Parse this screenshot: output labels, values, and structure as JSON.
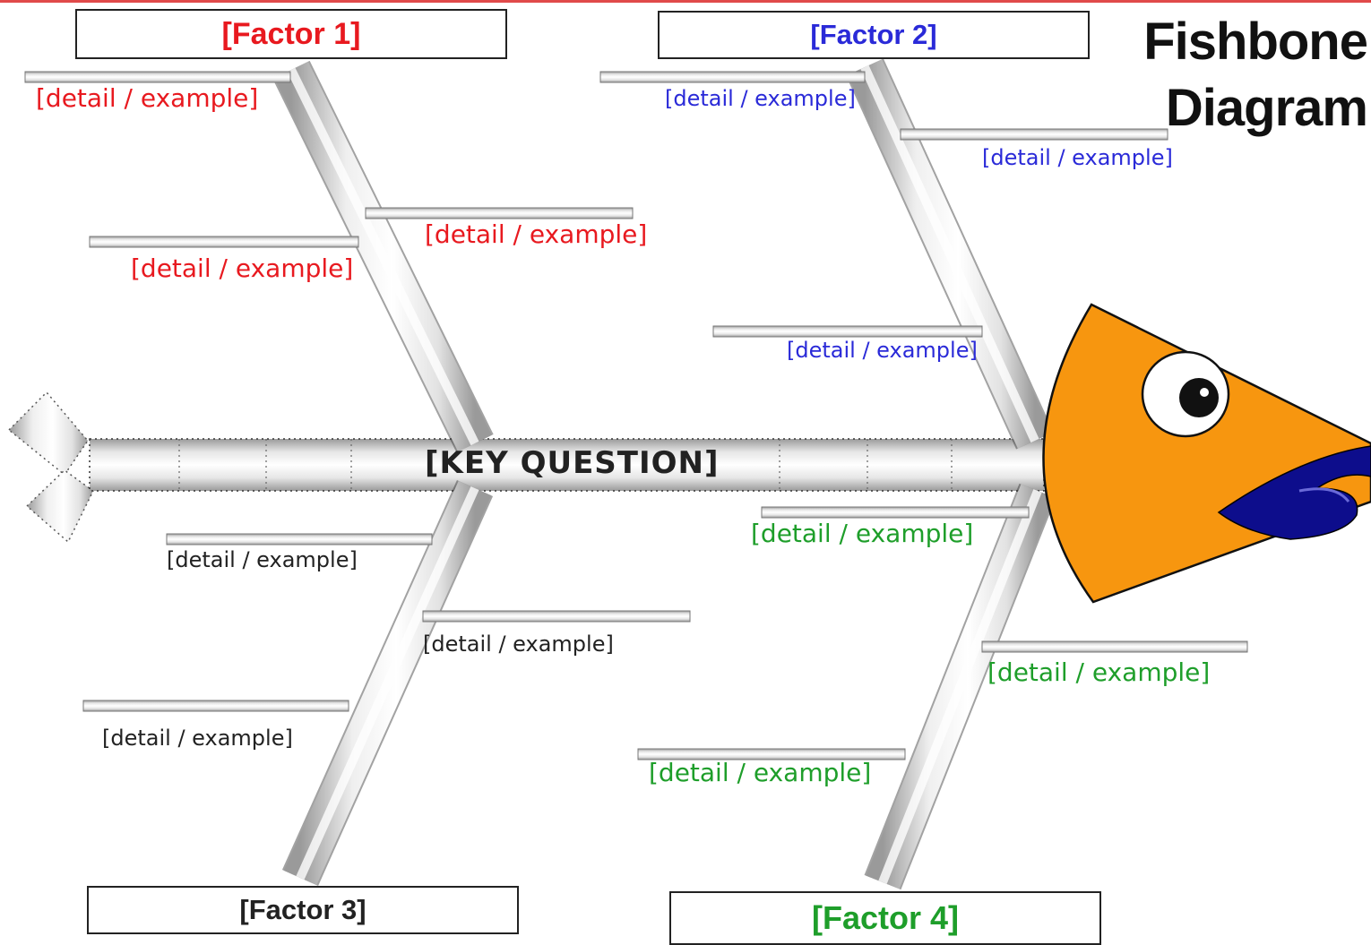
{
  "title": {
    "line1": "Fishbone",
    "line2": "Diagram"
  },
  "key_question": "[KEY QUESTION]",
  "colors": {
    "factor1": "#e8191f",
    "factor2": "#2a2ad8",
    "factor3": "#222222",
    "factor4": "#1e9e2a",
    "head_fill": "#f7960f",
    "lips": "#0d0d8c"
  },
  "factors": {
    "f1": {
      "label": "[Factor 1]",
      "details": [
        "[detail / example]",
        "[detail / example]",
        "[detail / example]"
      ]
    },
    "f2": {
      "label": "[Factor 2]",
      "details": [
        "[detail / example]",
        "[detail / example]",
        "[detail / example]"
      ]
    },
    "f3": {
      "label": "[Factor 3]",
      "details": [
        "[detail / example]",
        "[detail / example]",
        "[detail / example]"
      ]
    },
    "f4": {
      "label": "[Factor 4]",
      "details": [
        "[detail / example]",
        "[detail / example]",
        "[detail / example]"
      ]
    }
  }
}
